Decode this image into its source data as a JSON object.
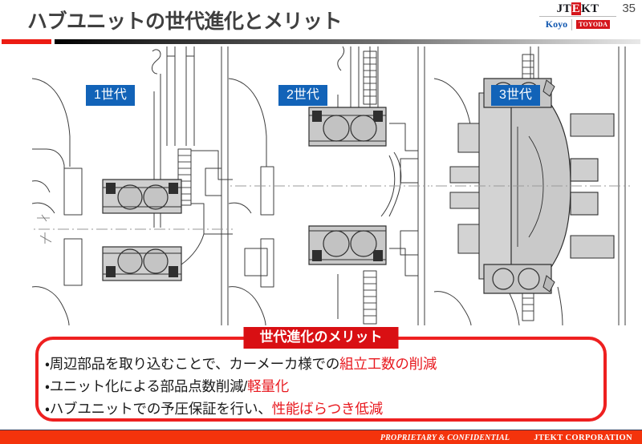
{
  "header": {
    "title": "ハブユニットの世代進化とメリット",
    "page_number": "35",
    "logo": {
      "jtekt_left": "JT",
      "jtekt_mark": "E",
      "jtekt_right": "KT",
      "koyo": "Koyo",
      "toyoda": "TOYODA"
    },
    "accent_red": "#ec1c13"
  },
  "drawings": {
    "panels": [
      {
        "badge": "1世代",
        "name": "generation-1-cross-section"
      },
      {
        "badge": "2世代",
        "name": "generation-2-cross-section"
      },
      {
        "badge": "3世代",
        "name": "generation-3-cross-section"
      }
    ],
    "badge_color": "#1263b8"
  },
  "merit": {
    "banner": "世代進化のメリット",
    "border_color": "#ee2020",
    "banner_color": "#d90f13",
    "emphasis_color": "#e8191f",
    "lines": [
      {
        "plain_before": "・周辺部品を取り込むことで、カーメーカ様での",
        "emphasis": "組立工数の削減",
        "plain_after": ""
      },
      {
        "plain_before": "・ユニット化による部品点数削減/",
        "emphasis": "軽量化",
        "plain_after": ""
      },
      {
        "plain_before": "・ハブユニットでの予圧保証を行い、",
        "emphasis": "性能ばらつき低減",
        "plain_after": ""
      }
    ]
  },
  "footer": {
    "confidential": "PROPRIETARY & CONFIDENTIAL",
    "corporation": "JTEKT  CORPORATION",
    "background": "#f4330c"
  }
}
